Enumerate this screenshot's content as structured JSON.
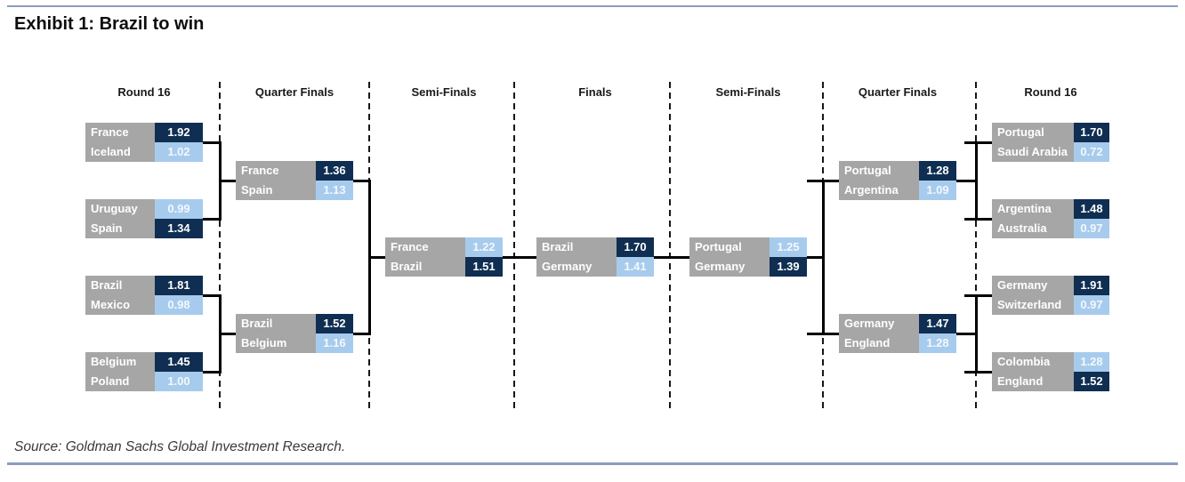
{
  "title": "Exhibit 1: Brazil to win",
  "source_note": "Source: Goldman Sachs Global Investment Research.",
  "colors": {
    "favorite_cell": "#0f2e52",
    "underdog_cell": "#a7cbec",
    "team_name_cell": "#a6a6a6",
    "rule_line": "#8b9cbe",
    "connector": "#000000"
  },
  "columns": [
    {
      "label": "Round 16"
    },
    {
      "label": "Quarter Finals"
    },
    {
      "label": "Semi-Finals"
    },
    {
      "label": "Finals"
    },
    {
      "label": "Semi-Finals"
    },
    {
      "label": "Quarter Finals"
    },
    {
      "label": "Round 16"
    }
  ],
  "matches": [
    {
      "round": "Round 16",
      "side": "left",
      "teams": [
        {
          "name": "France",
          "odds": "1.92",
          "fav": true
        },
        {
          "name": "Iceland",
          "odds": "1.02",
          "fav": false
        }
      ]
    },
    {
      "round": "Round 16",
      "side": "left",
      "teams": [
        {
          "name": "Uruguay",
          "odds": "0.99",
          "fav": false
        },
        {
          "name": "Spain",
          "odds": "1.34",
          "fav": true
        }
      ]
    },
    {
      "round": "Round 16",
      "side": "left",
      "teams": [
        {
          "name": "Brazil",
          "odds": "1.81",
          "fav": true
        },
        {
          "name": "Mexico",
          "odds": "0.98",
          "fav": false
        }
      ]
    },
    {
      "round": "Round 16",
      "side": "left",
      "teams": [
        {
          "name": "Belgium",
          "odds": "1.45",
          "fav": true
        },
        {
          "name": "Poland",
          "odds": "1.00",
          "fav": false
        }
      ]
    },
    {
      "round": "Quarter Finals",
      "side": "left",
      "teams": [
        {
          "name": "France",
          "odds": "1.36",
          "fav": true
        },
        {
          "name": "Spain",
          "odds": "1.13",
          "fav": false
        }
      ]
    },
    {
      "round": "Quarter Finals",
      "side": "left",
      "teams": [
        {
          "name": "Brazil",
          "odds": "1.52",
          "fav": true
        },
        {
          "name": "Belgium",
          "odds": "1.16",
          "fav": false
        }
      ]
    },
    {
      "round": "Semi-Finals",
      "side": "left",
      "teams": [
        {
          "name": "France",
          "odds": "1.22",
          "fav": false
        },
        {
          "name": "Brazil",
          "odds": "1.51",
          "fav": true
        }
      ]
    },
    {
      "round": "Finals",
      "side": "center",
      "teams": [
        {
          "name": "Brazil",
          "odds": "1.70",
          "fav": true
        },
        {
          "name": "Germany",
          "odds": "1.41",
          "fav": false
        }
      ]
    },
    {
      "round": "Semi-Finals",
      "side": "right",
      "teams": [
        {
          "name": "Portugal",
          "odds": "1.25",
          "fav": false
        },
        {
          "name": "Germany",
          "odds": "1.39",
          "fav": true
        }
      ]
    },
    {
      "round": "Quarter Finals",
      "side": "right",
      "teams": [
        {
          "name": "Portugal",
          "odds": "1.28",
          "fav": true
        },
        {
          "name": "Argentina",
          "odds": "1.09",
          "fav": false
        }
      ]
    },
    {
      "round": "Quarter Finals",
      "side": "right",
      "teams": [
        {
          "name": "Germany",
          "odds": "1.47",
          "fav": true
        },
        {
          "name": "England",
          "odds": "1.28",
          "fav": false
        }
      ]
    },
    {
      "round": "Round 16",
      "side": "right",
      "teams": [
        {
          "name": "Portugal",
          "odds": "1.70",
          "fav": true
        },
        {
          "name": "Saudi Arabia",
          "odds": "0.72",
          "fav": false
        }
      ]
    },
    {
      "round": "Round 16",
      "side": "right",
      "teams": [
        {
          "name": "Argentina",
          "odds": "1.48",
          "fav": true
        },
        {
          "name": "Australia",
          "odds": "0.97",
          "fav": false
        }
      ]
    },
    {
      "round": "Round 16",
      "side": "right",
      "teams": [
        {
          "name": "Germany",
          "odds": "1.91",
          "fav": true
        },
        {
          "name": "Switzerland",
          "odds": "0.97",
          "fav": false
        }
      ]
    },
    {
      "round": "Round 16",
      "side": "right",
      "teams": [
        {
          "name": "Colombia",
          "odds": "1.28",
          "fav": false
        },
        {
          "name": "England",
          "odds": "1.52",
          "fav": true
        }
      ]
    }
  ]
}
